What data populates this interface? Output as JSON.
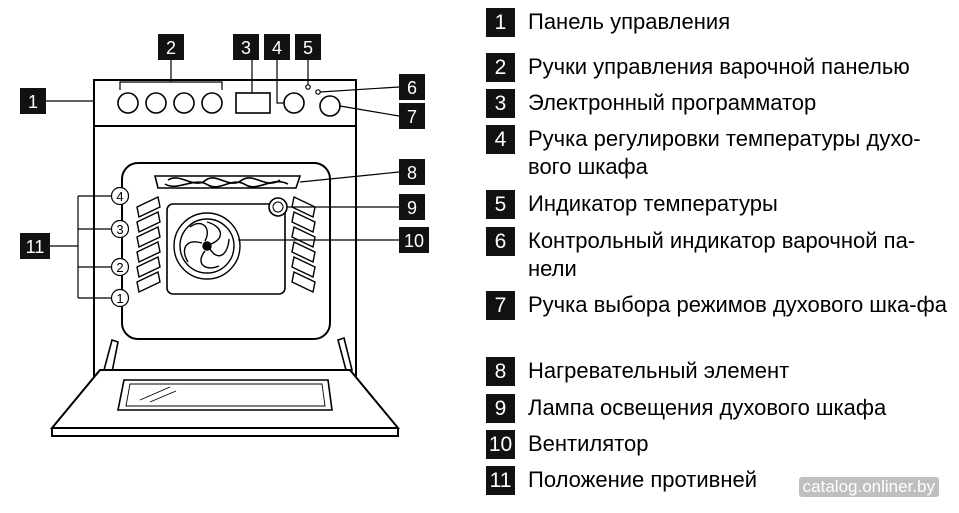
{
  "callouts": [
    "1",
    "2",
    "3",
    "4",
    "5",
    "6",
    "7",
    "8",
    "9",
    "10",
    "11"
  ],
  "shelf_positions": [
    "4",
    "3",
    "2",
    "1"
  ],
  "legend": [
    {
      "num": "1",
      "text": "Панель управления"
    },
    {
      "num": "2",
      "text": "Ручки управления варочной панелью"
    },
    {
      "num": "3",
      "text": "Электронный программатор"
    },
    {
      "num": "4",
      "text": "Ручка регулировки температуры духо-вого шкафа"
    },
    {
      "num": "5",
      "text": "Индикатор температуры"
    },
    {
      "num": "6",
      "text": "Контрольный индикатор варочной па-нели"
    },
    {
      "num": "7",
      "text": "Ручка выбора режимов духового шка-фа"
    },
    {
      "num": "8",
      "text": "Нагревательный элемент"
    },
    {
      "num": "9",
      "text": "Лампа освещения духового шкафа"
    },
    {
      "num": "10",
      "text": "Вентилятор"
    },
    {
      "num": "11",
      "text": "Положение противней"
    }
  ],
  "watermark": "catalog.onliner.by",
  "colors": {
    "callout_bg": "#111111",
    "callout_fg": "#ffffff",
    "line": "#000000"
  }
}
